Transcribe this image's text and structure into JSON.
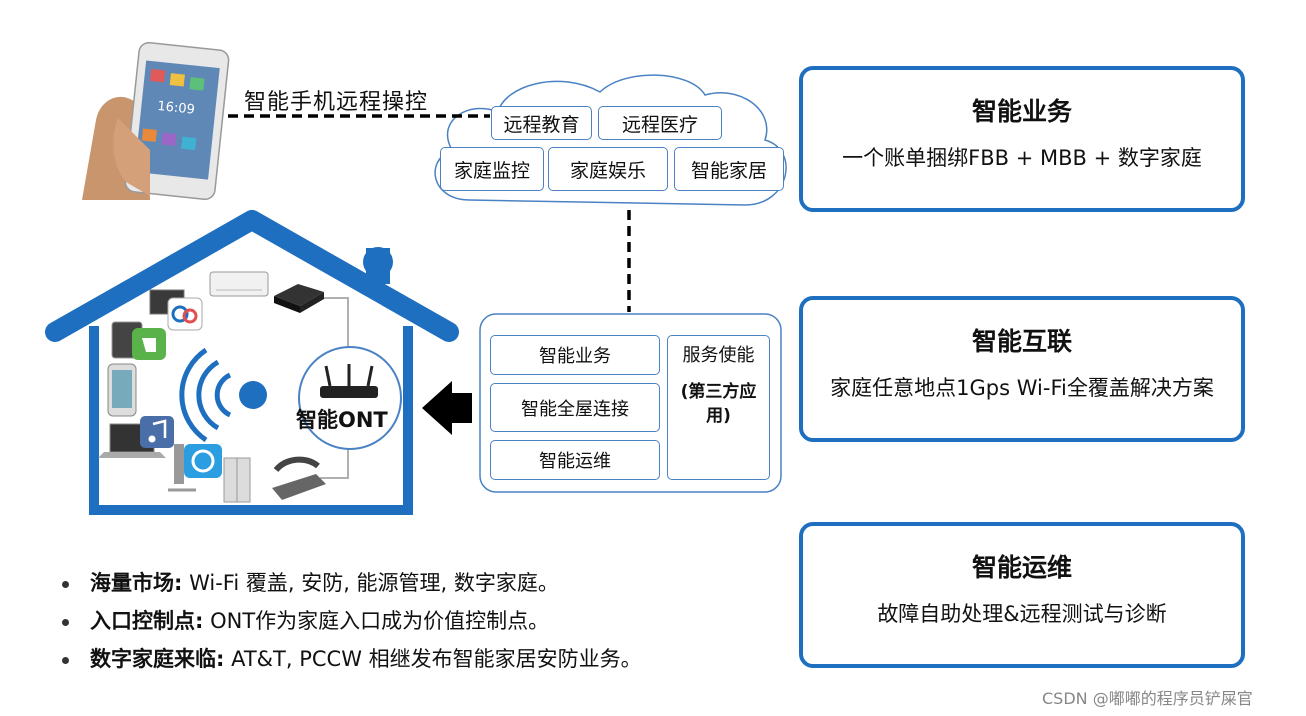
{
  "phone": {
    "label": "智能手机远程操控",
    "screen_time": "16:09"
  },
  "cloud": {
    "row1": [
      "远程教育",
      "远程医疗"
    ],
    "row2": [
      "家庭监控",
      "家庭娱乐",
      "智能家居"
    ]
  },
  "ont": {
    "label": "智能ONT",
    "services": [
      "智能业务",
      "智能全屋连接",
      "智能运维"
    ],
    "side_main": "服务使能",
    "side_sub": "(第三方应用)"
  },
  "panels": [
    {
      "title": "智能业务",
      "desc": "一个账单捆绑FBB + MBB + 数字家庭"
    },
    {
      "title": "智能互联",
      "desc": "家庭任意地点1Gps Wi-Fi全覆盖解决方案"
    },
    {
      "title": "智能运维",
      "desc": "故障自助处理&远程测试与诊断"
    }
  ],
  "bullets": [
    {
      "label": "海量市场:",
      "text": " Wi-Fi 覆盖, 安防, 能源管理, 数字家庭。"
    },
    {
      "label": "入口控制点:",
      "text": " ONT作为家庭入口成为价值控制点。"
    },
    {
      "label": "数字家庭来临:",
      "text": "  AT&T, PCCW 相继发布智能家居安防业务。"
    }
  ],
  "watermark": "CSDN @嘟嘟的程序员铲屎官",
  "colors": {
    "house_blue": "#1f6fc0",
    "box_border": "#4a82c4",
    "arrow": "#000000"
  }
}
